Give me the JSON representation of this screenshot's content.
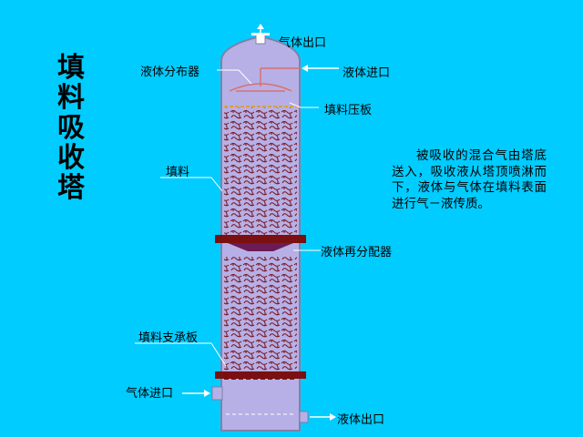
{
  "title": [
    "填",
    "料",
    "吸",
    "收",
    "塔"
  ],
  "labels": {
    "gas_outlet": "气体出口",
    "liquid_distributor": "液体分布器",
    "liquid_inlet": "液体进口",
    "packing_press_plate": "填料压板",
    "packing": "填料",
    "liquid_redistributor": "液体再分配器",
    "packing_support_plate": "填料支承板",
    "gas_inlet": "气体进口",
    "liquid_outlet": "液体出口"
  },
  "description": "被吸收的混合气由塔底送入，吸收液从塔顶喷淋而下，液体与气体在填料表面进行气－液传质。",
  "colors": {
    "background": "#00ccff",
    "column_fill": "#b7b0e6",
    "column_wall": "#8080a8",
    "packing": "#7a1f2a",
    "flange": "#7a1010",
    "arrow": "#ffffff",
    "leader": "#ffffff"
  }
}
